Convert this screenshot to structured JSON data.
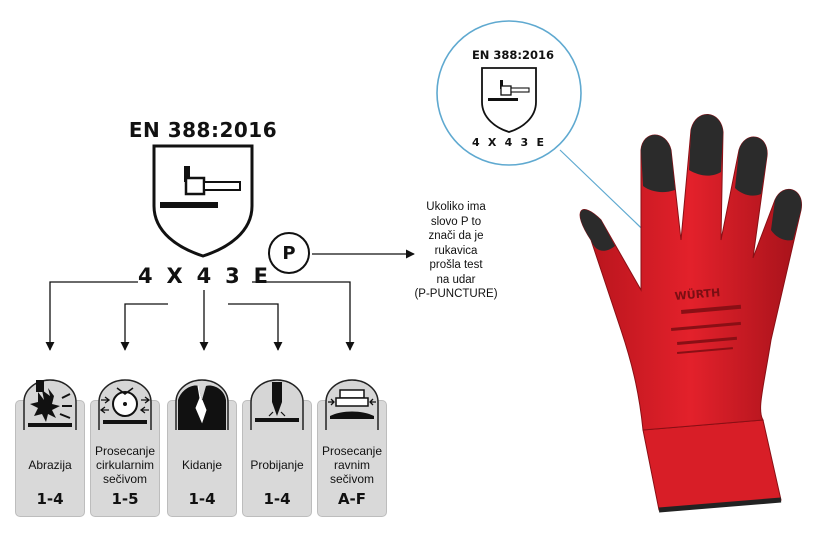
{
  "standard": "EN 388:2016",
  "code": {
    "chars": [
      "4",
      "X",
      "4",
      "3",
      "E"
    ]
  },
  "puncture_badge": "P",
  "note_lines": [
    "Ukoliko ima",
    "slovo P to",
    "znači da je",
    "rukavica",
    "prošla test",
    "na udar",
    "(P-PUNCTURE)"
  ],
  "tests": [
    {
      "label_lines": [
        "Abrazija"
      ],
      "score": "1-4",
      "icon": "abrasion-icon"
    },
    {
      "label_lines": [
        "Prosecanje",
        "cirkularnim",
        "sečivom"
      ],
      "score": "1-5",
      "icon": "circular-blade-cut-icon"
    },
    {
      "label_lines": [
        "Kidanje"
      ],
      "score": "1-4",
      "icon": "tear-icon"
    },
    {
      "label_lines": [
        "Probijanje"
      ],
      "score": "1-4",
      "icon": "puncture-icon"
    },
    {
      "label_lines": [
        "Prosecanje",
        "ravnim",
        "sečivom"
      ],
      "score": "A-F",
      "icon": "straight-blade-cut-icon"
    }
  ],
  "glove": {
    "brand": "WÜRTH",
    "colors": {
      "body": "#e3212b",
      "coating": "#2b2b2b"
    }
  },
  "colors": {
    "text": "#111111",
    "tile_bg": "#d9d9d9",
    "leader": "#5fa9d0"
  }
}
